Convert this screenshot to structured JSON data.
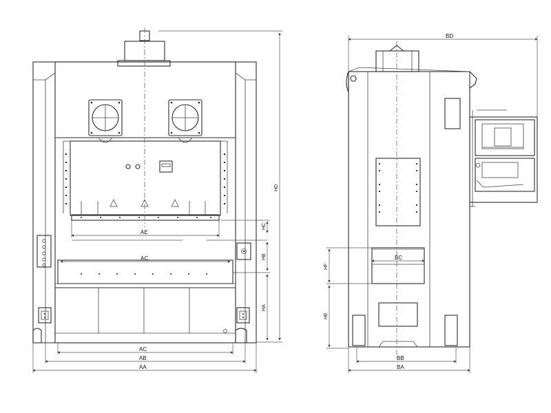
{
  "labels": {
    "front": {
      "ac_bottom": "AC",
      "ab": "AB",
      "aa": "AA",
      "ae": "AE",
      "ac_bolster": "AC",
      "hd": "HD",
      "hc": "HC",
      "hb": "HB",
      "ha": "HA"
    },
    "side": {
      "bd": "BD",
      "bc": "BC",
      "bb": "BB",
      "ba": "BA",
      "hf": "HF",
      "he": "HE"
    }
  }
}
